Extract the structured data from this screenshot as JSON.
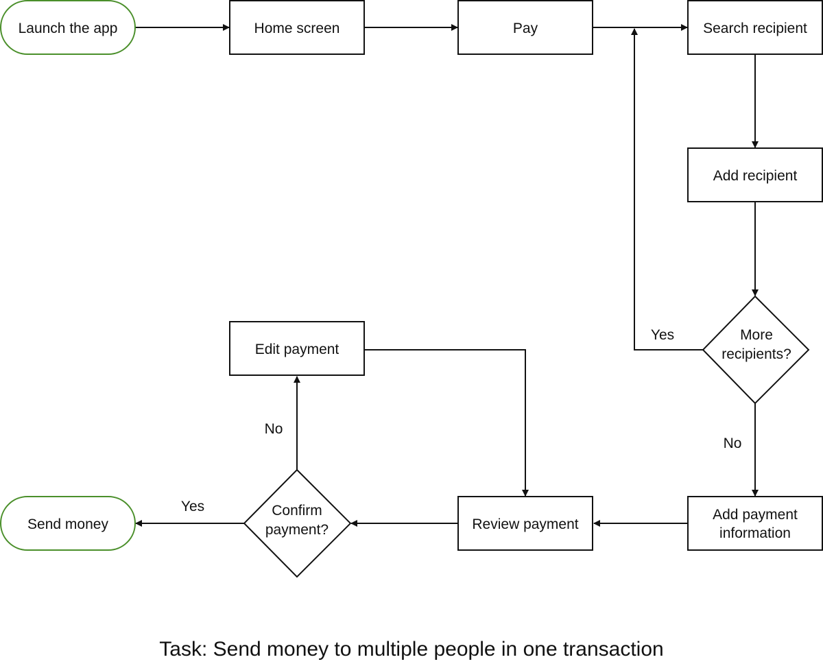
{
  "diagram": {
    "nodes": {
      "launch": {
        "label": "Launch the app"
      },
      "home": {
        "label": "Home screen"
      },
      "pay": {
        "label": "Pay"
      },
      "search": {
        "label": "Search recipient"
      },
      "add_recipient": {
        "label": "Add recipient"
      },
      "more_recipients": {
        "label_line1": "More",
        "label_line2": "recipients?"
      },
      "add_payment": {
        "label_line1": "Add payment",
        "label_line2": "information"
      },
      "review": {
        "label": "Review payment"
      },
      "confirm": {
        "label_line1": "Confirm",
        "label_line2": "payment?"
      },
      "edit": {
        "label": "Edit payment"
      },
      "send": {
        "label": "Send money"
      }
    },
    "edge_labels": {
      "more_yes": "Yes",
      "more_no": "No",
      "confirm_no": "No",
      "confirm_yes": "Yes"
    },
    "caption": "Task: Send money to multiple people in one transaction",
    "colors": {
      "terminal_border": "#4a8f2a",
      "box_border": "#111111",
      "arrow": "#111111"
    }
  }
}
